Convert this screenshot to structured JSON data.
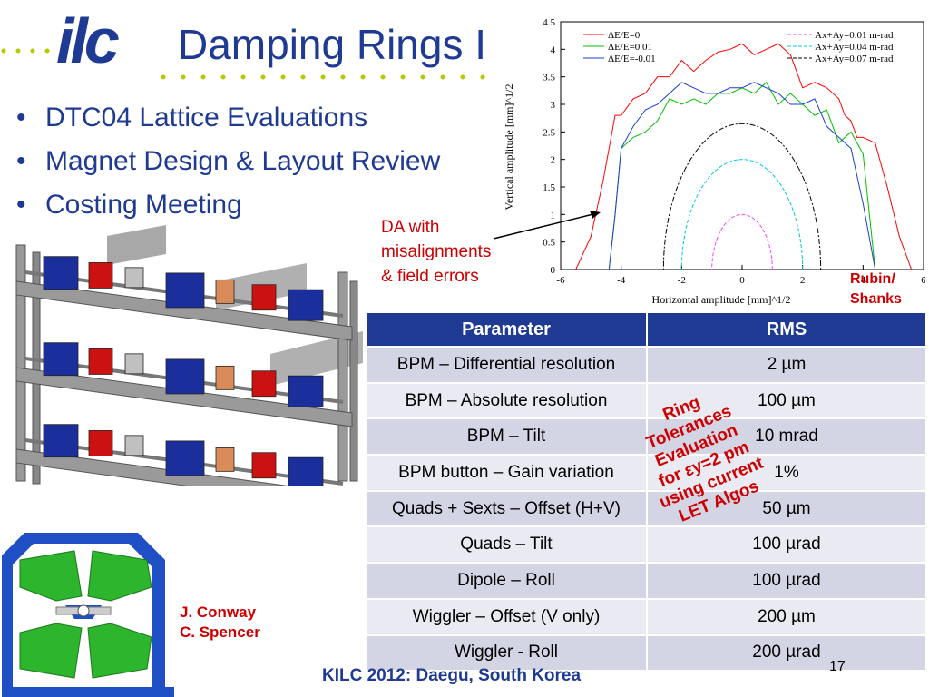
{
  "slide": {
    "title": "Damping Rings I",
    "bullets": [
      "DTC04 Lattice Evaluations",
      "Magnet Design & Layout Review",
      "Costing Meeting"
    ],
    "da_annotation": [
      "DA with",
      "misalignments",
      "& field errors"
    ],
    "credit_rubin": [
      "Rubin/",
      "Shanks"
    ],
    "credit_conway": [
      "J. Conway",
      "C. Spencer"
    ],
    "ring_note": [
      "Ring",
      "Tolerances",
      "Evaluation",
      "for εy=2 pm",
      "using current",
      "LET Algos"
    ],
    "footer": "KILC 2012: Daegu, South Korea",
    "page_number": "17",
    "logo_text": "ilc"
  },
  "table": {
    "headers": [
      "Parameter",
      "RMS"
    ],
    "rows": [
      [
        "BPM – Differential resolution",
        "2 µm"
      ],
      [
        "BPM – Absolute resolution",
        "100 µm"
      ],
      [
        "BPM – Tilt",
        "10 mrad"
      ],
      [
        "BPM button – Gain variation",
        "1%"
      ],
      [
        "Quads + Sexts – Offset (H+V)",
        "50 µm"
      ],
      [
        "Quads – Tilt",
        "100 µrad"
      ],
      [
        "Dipole – Roll",
        "100 µrad"
      ],
      [
        "Wiggler – Offset (V only)",
        "200 µm"
      ],
      [
        "Wiggler - Roll",
        "200 µrad"
      ]
    ]
  },
  "chart_data": {
    "type": "line",
    "xlabel": "Horizontal amplitude [mm]^1/2",
    "ylabel": "Vertical amplitude [mm]^1/2",
    "xlim": [
      -6,
      6
    ],
    "ylim": [
      0,
      4.5
    ],
    "xticks": [
      "-6",
      "-4",
      "-2",
      "0",
      "2",
      "4",
      "6"
    ],
    "yticks": [
      "0",
      "0.5",
      "1",
      "1.5",
      "2",
      "2.5",
      "3",
      "3.5",
      "4",
      "4.5"
    ],
    "series": [
      {
        "name": "ΔE/E=0",
        "color": "#ff0000",
        "style": "solid",
        "x": [
          -5.5,
          -5.0,
          -4.6,
          -4.2,
          -4.0,
          -3.6,
          -3.2,
          -2.8,
          -2.4,
          -2.0,
          -1.6,
          -1.2,
          -0.8,
          -0.4,
          0.0,
          0.4,
          0.8,
          1.2,
          1.6,
          2.0,
          2.4,
          2.8,
          3.2,
          3.4,
          3.6,
          3.8,
          4.0,
          4.4,
          4.8,
          5.2,
          5.6
        ],
        "y": [
          0.0,
          0.6,
          1.6,
          2.8,
          2.8,
          3.1,
          3.2,
          3.5,
          3.5,
          3.8,
          3.6,
          3.8,
          3.95,
          4.0,
          4.1,
          3.9,
          4.0,
          4.1,
          3.9,
          3.3,
          3.4,
          3.3,
          3.1,
          2.8,
          2.7,
          2.4,
          2.4,
          2.3,
          1.5,
          0.6,
          0.0
        ]
      },
      {
        "name": "ΔE/E=0.01",
        "color": "#00c000",
        "style": "solid",
        "x": [
          -4.4,
          -4.2,
          -4.0,
          -3.6,
          -3.2,
          -2.8,
          -2.4,
          -2.0,
          -1.6,
          -1.2,
          -0.8,
          -0.4,
          0.0,
          0.4,
          0.8,
          1.2,
          1.6,
          2.0,
          2.4,
          2.8,
          3.2,
          3.6,
          4.0,
          4.4
        ],
        "y": [
          0.0,
          1.0,
          2.2,
          2.4,
          2.5,
          2.7,
          3.1,
          3.0,
          3.1,
          3.0,
          3.2,
          3.2,
          3.3,
          3.2,
          3.4,
          3.0,
          3.2,
          3.0,
          2.8,
          2.9,
          2.3,
          2.5,
          2.1,
          0.0
        ]
      },
      {
        "name": "ΔE/E=-0.01",
        "color": "#1a3fcf",
        "style": "solid",
        "x": [
          -4.4,
          -4.2,
          -4.0,
          -3.6,
          -3.2,
          -2.8,
          -2.4,
          -2.0,
          -1.6,
          -1.2,
          -0.8,
          -0.4,
          0.0,
          0.4,
          0.8,
          1.2,
          1.6,
          2.0,
          2.4,
          2.8,
          3.2,
          3.6,
          4.0,
          4.4
        ],
        "y": [
          0.0,
          1.0,
          2.2,
          2.6,
          2.9,
          3.0,
          3.2,
          3.4,
          3.3,
          3.2,
          3.2,
          3.3,
          3.3,
          3.4,
          3.3,
          3.2,
          3.0,
          3.0,
          3.1,
          2.6,
          2.4,
          2.2,
          1.2,
          0.0
        ]
      }
    ],
    "ellipses": [
      {
        "name": "Ax+Ay=0.01 m-rad",
        "color": "#ff40ff",
        "a": 1.0,
        "b": 1.0
      },
      {
        "name": "Ax+Ay=0.04 m-rad",
        "color": "#00c8e0",
        "a": 2.0,
        "b": 2.0
      },
      {
        "name": "Ax+Ay=0.07 m-rad",
        "color": "#000000",
        "a": 2.6,
        "b": 2.65
      }
    ],
    "grid": false,
    "legend": "top"
  }
}
